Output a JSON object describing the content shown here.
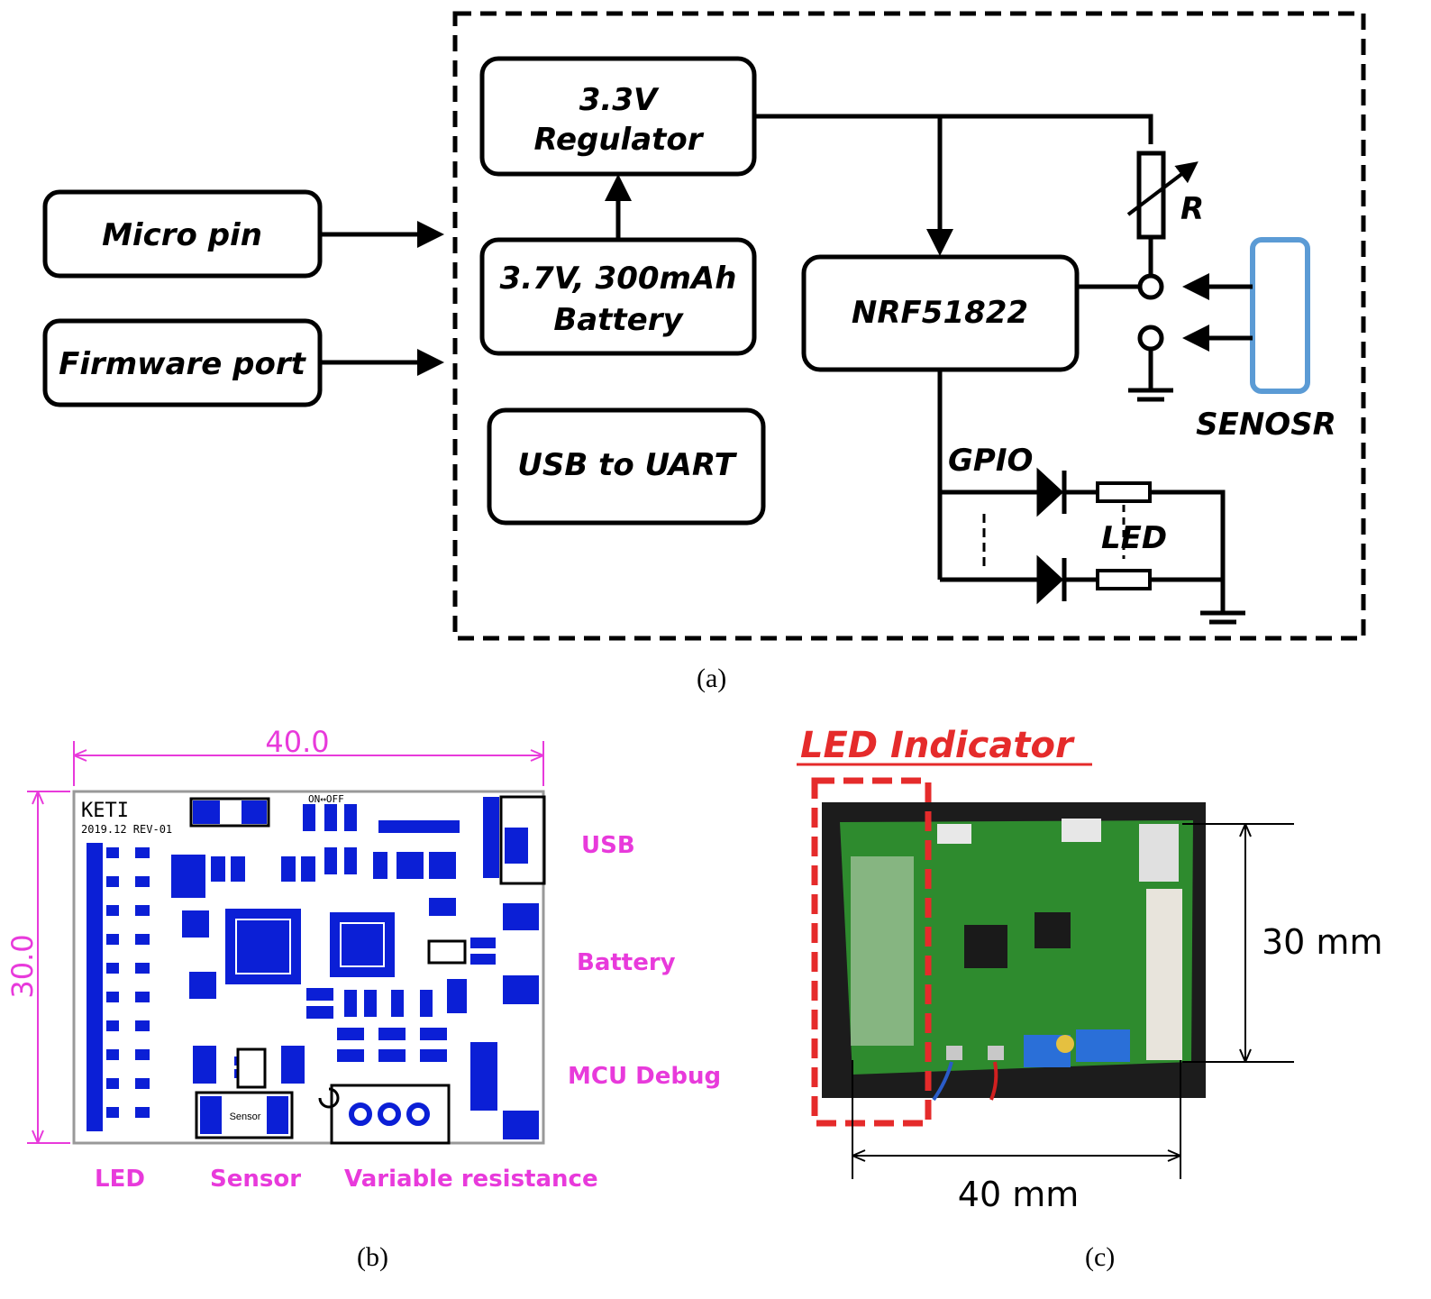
{
  "panel_a": {
    "caption": "(a)",
    "external_boxes": {
      "micro_pin": "Micro pin",
      "firmware_port": "Firmware port"
    },
    "boxes": {
      "regulator_line1": "3.3V",
      "regulator_line2": "Regulator",
      "battery_line1": "3.7V, 300mAh",
      "battery_line2": "Battery",
      "usb_uart": "USB to UART",
      "mcu": "NRF51822"
    },
    "labels": {
      "resistor": "R",
      "sensor": "SENOSR",
      "gpio": "GPIO",
      "led": "LED"
    },
    "colors": {
      "sensor_outline": "#5b9bd5",
      "line": "#000000"
    }
  },
  "panel_b": {
    "caption": "(b)",
    "width_dim": "40.0",
    "height_dim": "30.0",
    "board_text": {
      "brand": "KETI",
      "revision": "2019.12 REV-01",
      "switch": "ON↔OFF",
      "sensor_pad": "Sensor"
    },
    "callouts": {
      "usb": "USB",
      "battery": "Battery",
      "mcu_debug": "MCU Debug",
      "led": "LED",
      "sensor": "Sensor",
      "variable_resistance": "Variable resistance"
    },
    "colors": {
      "dimension": "#e83adb",
      "pad": "#0b1fd6"
    }
  },
  "panel_c": {
    "caption": "(c)",
    "title": "LED Indicator",
    "height_dim": "30 mm",
    "width_dim": "40 mm",
    "colors": {
      "highlight": "#e52b2b",
      "pcb": "#2e8b2e"
    }
  }
}
